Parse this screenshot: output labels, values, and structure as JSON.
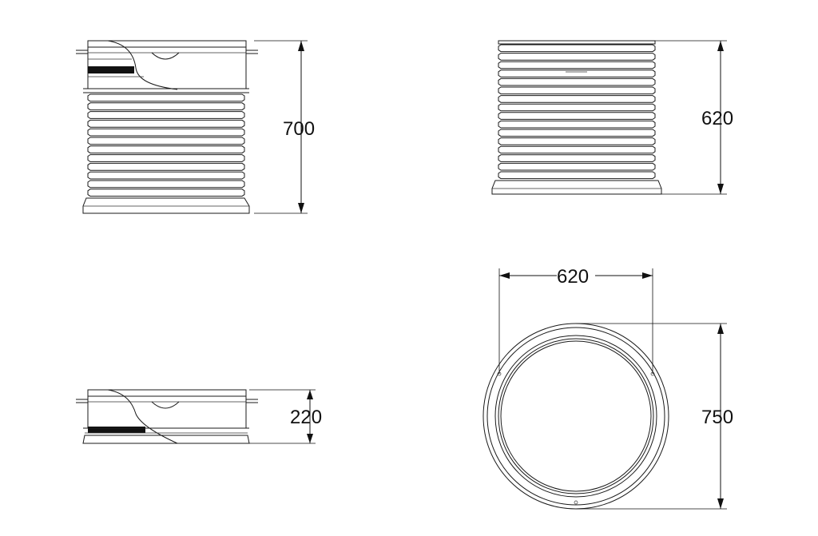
{
  "dimensions": {
    "view_top_left_height": "700",
    "view_top_right_height": "620",
    "view_bottom_left_height": "220",
    "view_plan_width": "620",
    "view_plan_outer": "750"
  },
  "colors": {
    "line": "#1a1a1a",
    "background": "#ffffff"
  }
}
